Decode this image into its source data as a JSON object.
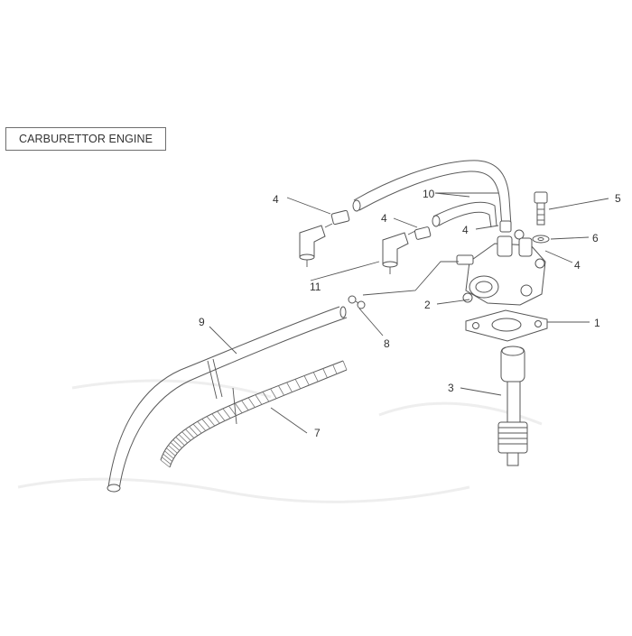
{
  "header": {
    "title": "CARBURETTOR ENGINE"
  },
  "callouts": {
    "c1": "1",
    "c2": "2",
    "c3": "3",
    "c4a": "4",
    "c4b": "4",
    "c4c": "4",
    "c4d": "4",
    "c5": "5",
    "c6": "6",
    "c7": "7",
    "c8": "8",
    "c9": "9",
    "c10": "10",
    "c11": "11"
  }
}
